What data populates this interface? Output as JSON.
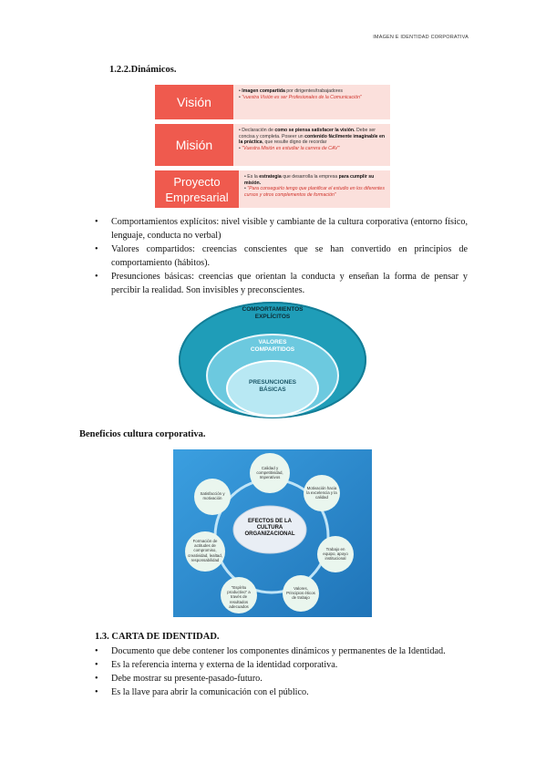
{
  "header": {
    "text": "IMAGEN E IDENTIDAD CORPORATIVA"
  },
  "section_dinamicos": {
    "title": "1.2.2.Dinámicos."
  },
  "vmp_figure": {
    "rows": [
      {
        "label": "Visión",
        "line1_bold": "Imagen compartida",
        "line1_rest": " por dirigentes/trabajadores",
        "quote": "\"vuestra Visión es ser Profesionales de la Comunicación\""
      },
      {
        "label": "Misión",
        "text_a": "Declaración de ",
        "bold_a": "como se piensa satisfacer la visión.",
        "text_b": " Debe ser concisa y completa. Poseer un ",
        "bold_b": "contenido fácilmente imaginable en la práctica",
        "text_c": ", que resulte digno de recordar",
        "quote": "\"Vuestra Misión es estudiar la carrera de CAV\""
      },
      {
        "label": "Proyecto Empresarial",
        "text_a": "Es la ",
        "bold_a": "estrategia",
        "text_b": " que desarrolla la empresa ",
        "bold_b": "para cumplir su misión.",
        "quote": "\"Para conseguirlo tengo que planificar el estudio en los diferentes cursos y otros complementos de formación\""
      }
    ]
  },
  "bullets_1": [
    "Comportamientos explícitos: nivel visible y cambiante de la cultura corporativa (entorno físico, lenguaje, conducta no verbal)",
    "Valores compartidos: creencias conscientes que se han convertido en principios de comportamiento (hábitos).",
    "Presunciones básicas: creencias que orientan la conducta y enseñan la forma de pensar y percibir la realidad. Son invisibles y preconscientes."
  ],
  "layers_figure": {
    "outer": "COMPORTAMIENTOS EXPLÍCITOS",
    "middle": "VALORES COMPARTIDOS",
    "inner": "PRESUNCIONES BÁSICAS"
  },
  "benefits": {
    "title": "Beneficios cultura corporativa."
  },
  "cycle_figure": {
    "center": "EFECTOS DE LA CULTURA ORGANIZACIONAL",
    "nodes": [
      "Calidad y competitividad, Imperativos",
      "Motivación hacia la excelencia y la calidad",
      "Trabajo en equipo, apoyo institucional",
      "Valores, Principios éticos de trabajo",
      "\"Espíritu productivo\" a través de resultados adecuados",
      "Formación de actitudes de compromiso, creatividad, lealtad, responsabilidad",
      "Satisfacción y motivación"
    ]
  },
  "section_carta": {
    "title": "1.3.  CARTA DE IDENTIDAD."
  },
  "bullets_2": [
    "Documento que debe contener los componentes dinámicos y permanentes de la Identidad.",
    "Es la referencia interna y externa de la identidad corporativa.",
    "Debe mostrar su presente-pasado-futuro.",
    "Es la llave para abrir la comunicación con el público."
  ],
  "colors": {
    "red": "#ef5a4e",
    "pink": "#fbe0dc",
    "teal": "#2aa3c0",
    "light_teal": "#8dd8ea",
    "blue_bg": "#2b8fd2"
  }
}
